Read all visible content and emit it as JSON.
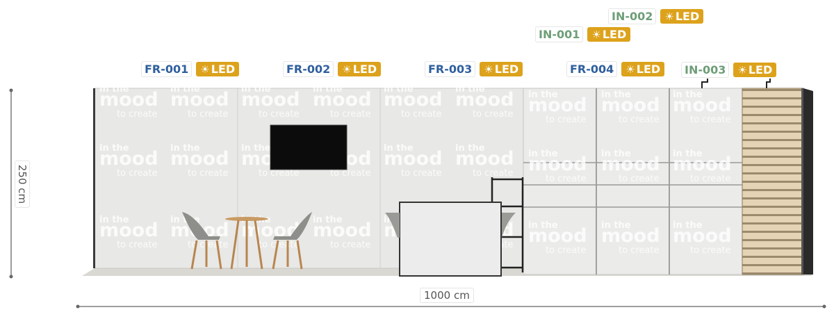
{
  "labels": [
    {
      "code": "FR-001",
      "kind": "fr",
      "led": "LED"
    },
    {
      "code": "FR-002",
      "kind": "fr",
      "led": "LED"
    },
    {
      "code": "FR-003",
      "kind": "fr",
      "led": "LED"
    },
    {
      "code": "FR-004",
      "kind": "fr",
      "led": "LED"
    },
    {
      "code": "IN-003",
      "kind": "in",
      "led": "LED"
    },
    {
      "code": "IN-001",
      "kind": "in",
      "led": "LED"
    },
    {
      "code": "IN-002",
      "kind": "in",
      "led": "LED"
    }
  ],
  "dimensions": {
    "height": "250 cm",
    "width": "1000 cm"
  },
  "watermark": {
    "line1": "in the",
    "line2": "mood",
    "line3": "to create"
  },
  "colors": {
    "fr_code": "#2f5f9e",
    "in_code": "#6e9e78",
    "led_badge": "#dda21c"
  },
  "icons": {
    "led": "sun-icon"
  }
}
